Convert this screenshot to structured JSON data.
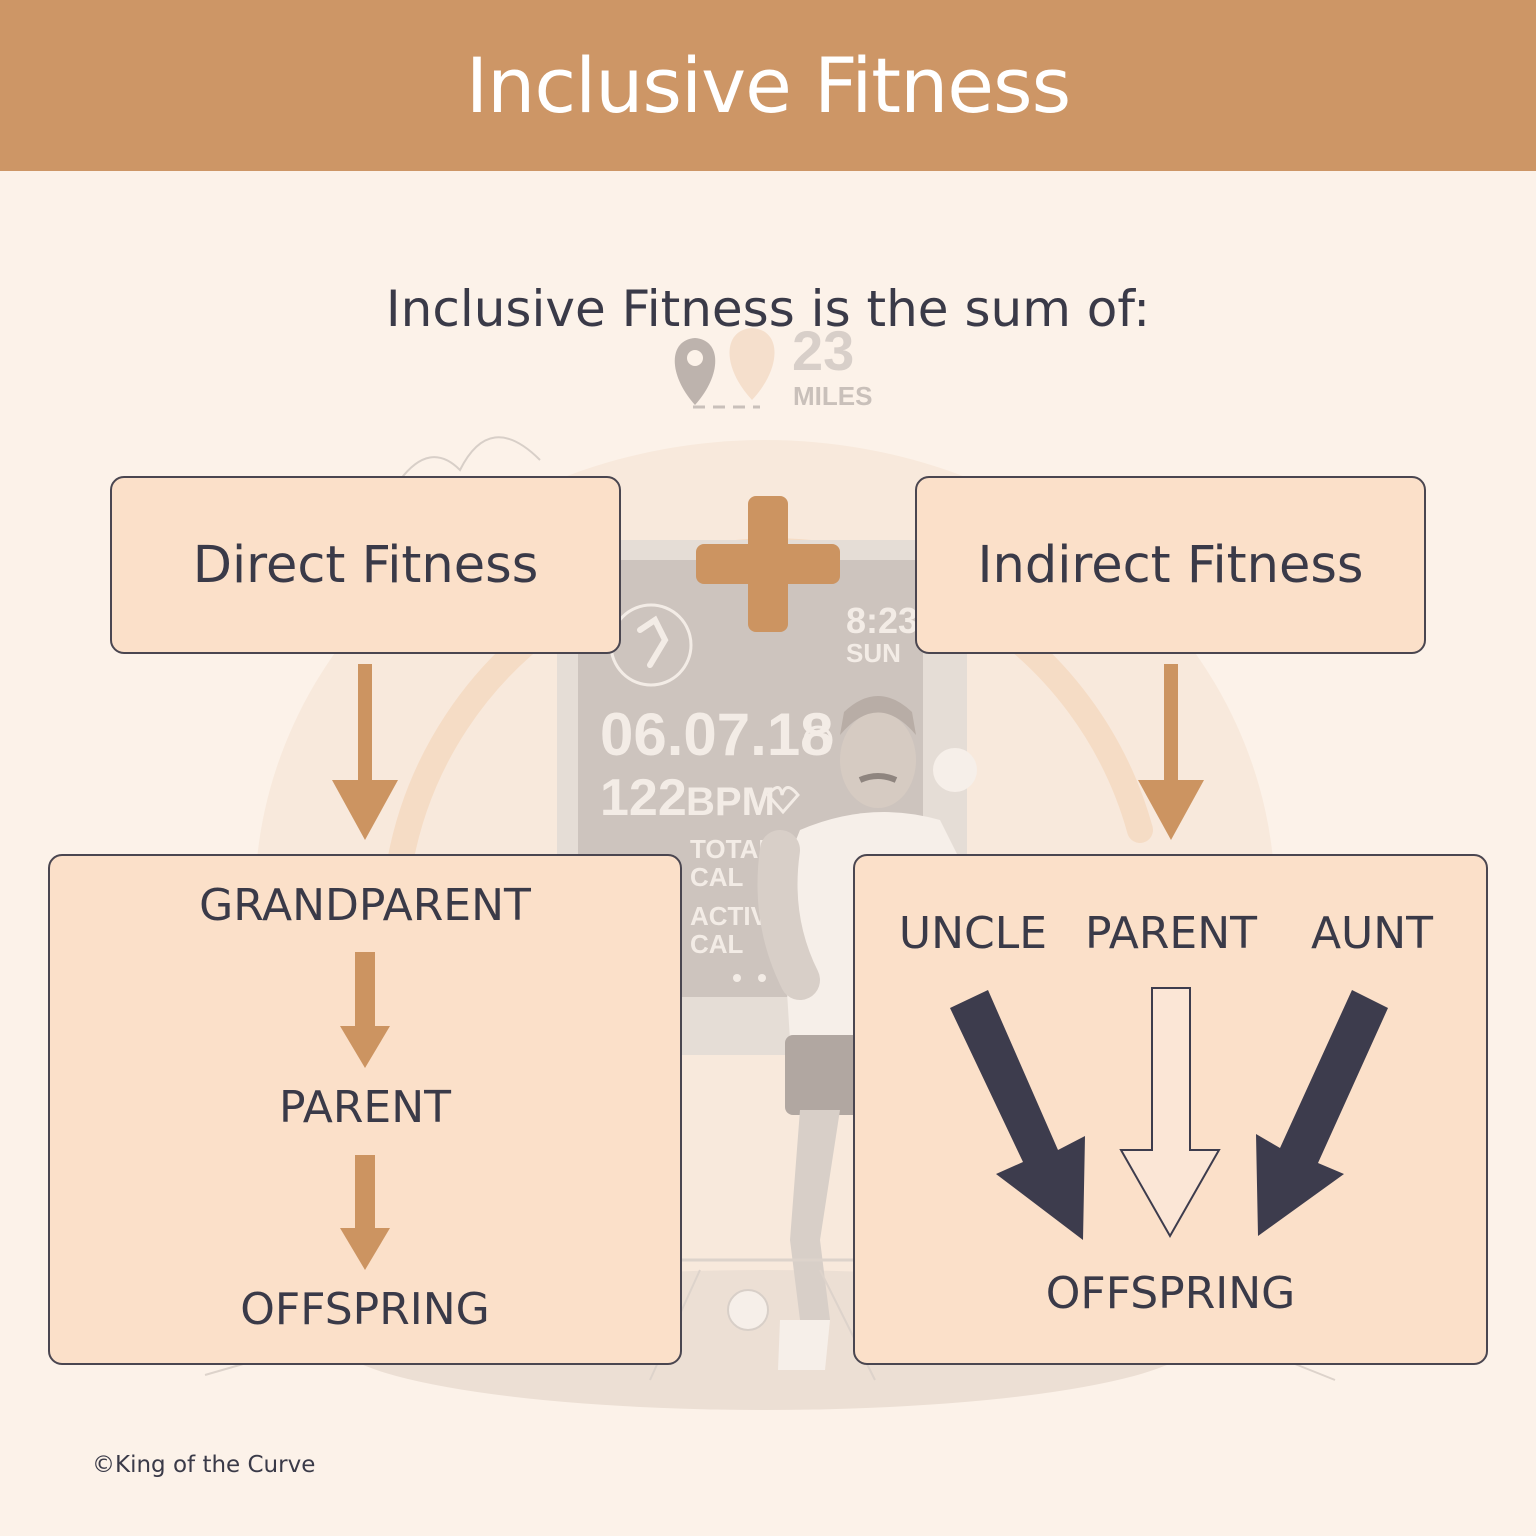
{
  "header": {
    "title": "Inclusive Fitness"
  },
  "subtitle": "Inclusive Fitness is the sum of:",
  "background_watch": {
    "distance_value": "23",
    "distance_unit": "MILES",
    "time": "8:23",
    "day": "SUN",
    "date": "06.07.18",
    "heart_rate_value": "122",
    "heart_rate_unit": "BPM",
    "total_cal_line1": "TOTAL",
    "total_cal_line2": "CAL",
    "active_cal_line1": "ACTIVE",
    "active_cal_line2": "CAL"
  },
  "direct": {
    "title": "Direct Fitness",
    "lineage": [
      "GRANDPARENT",
      "PARENT",
      "OFFSPRING"
    ]
  },
  "indirect": {
    "title": "Indirect Fitness",
    "relatives": [
      "UNCLE",
      "PARENT",
      "AUNT"
    ],
    "target": "OFFSPRING"
  },
  "colors": {
    "header_bg": "#cd9666",
    "page_bg": "#fcf2e9",
    "box_bg": "#fbe0c9",
    "arrow_tan": "#cc9461",
    "arrow_dark": "#3d3c4d",
    "text": "#3a3a48"
  },
  "copyright": "©King of the Curve"
}
